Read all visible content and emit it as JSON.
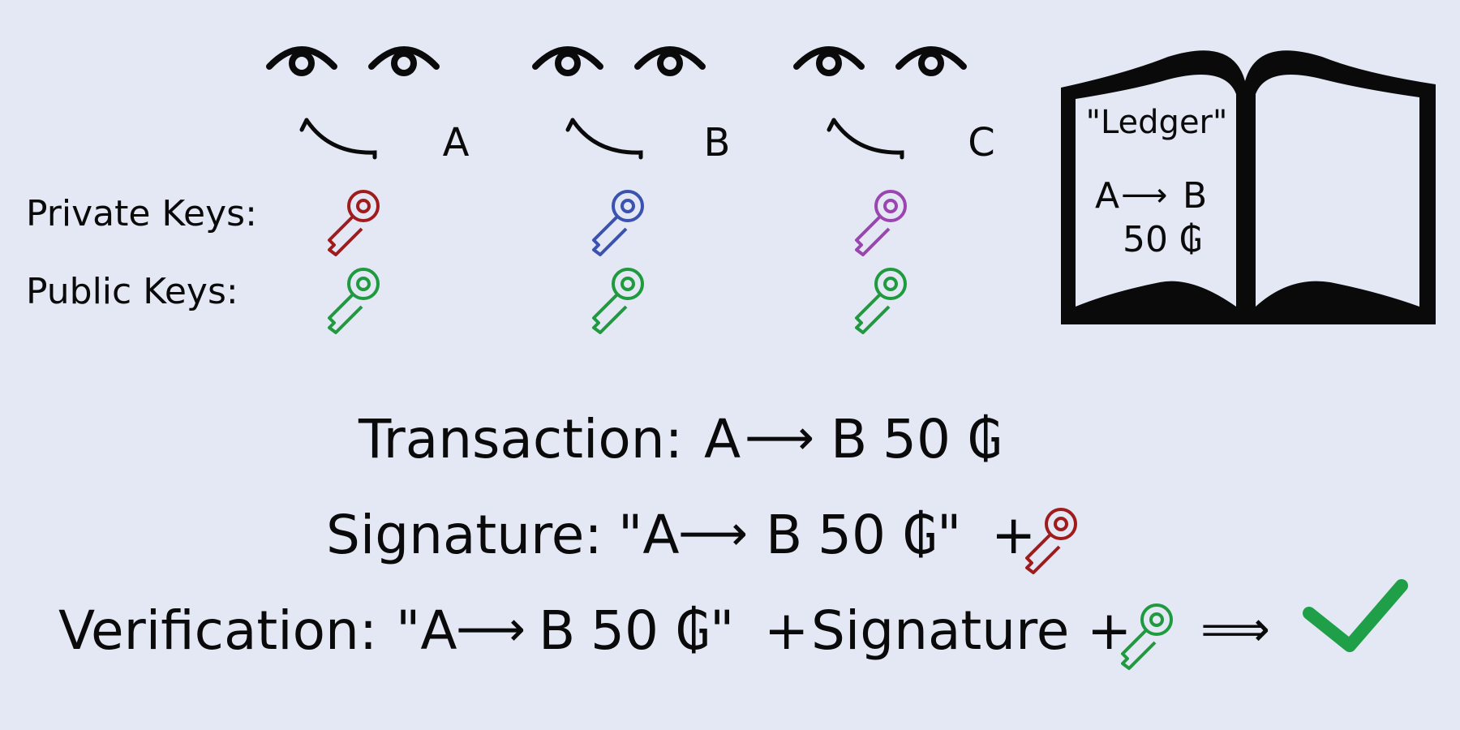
{
  "people": [
    {
      "label": "A",
      "private_key_color": "#a01c1c",
      "public_key_color": "#1f9a3f"
    },
    {
      "label": "B",
      "private_key_color": "#3a52b0",
      "public_key_color": "#1f9a3f"
    },
    {
      "label": "C",
      "private_key_color": "#9b45b0",
      "public_key_color": "#1f9a3f"
    }
  ],
  "row_labels": {
    "private_keys": "Private Keys:",
    "public_keys": "Public Keys:"
  },
  "ledger": {
    "title": "\"Ledger\"",
    "entry_from": "A",
    "entry_to": "B",
    "entry_amount": "50 ₲"
  },
  "transaction": {
    "label": "Transaction:",
    "from": "A",
    "to": "B",
    "amount": "50 ₲"
  },
  "signature": {
    "label": "Signature:",
    "open_quote_from": "\"A",
    "to": "B",
    "amount_close_quote": "50 ₲\"",
    "plus": "+",
    "key_color": "#a01c1c"
  },
  "verification": {
    "label": "Verification:",
    "open_quote_from": "\"A",
    "to": "B",
    "amount_close_quote": "50 ₲\"",
    "plus_1": "+",
    "signature_word": "Signature",
    "plus_2": "+",
    "implies": "⟹",
    "key_color": "#1f9a3f",
    "check_color": "#1fa048"
  }
}
